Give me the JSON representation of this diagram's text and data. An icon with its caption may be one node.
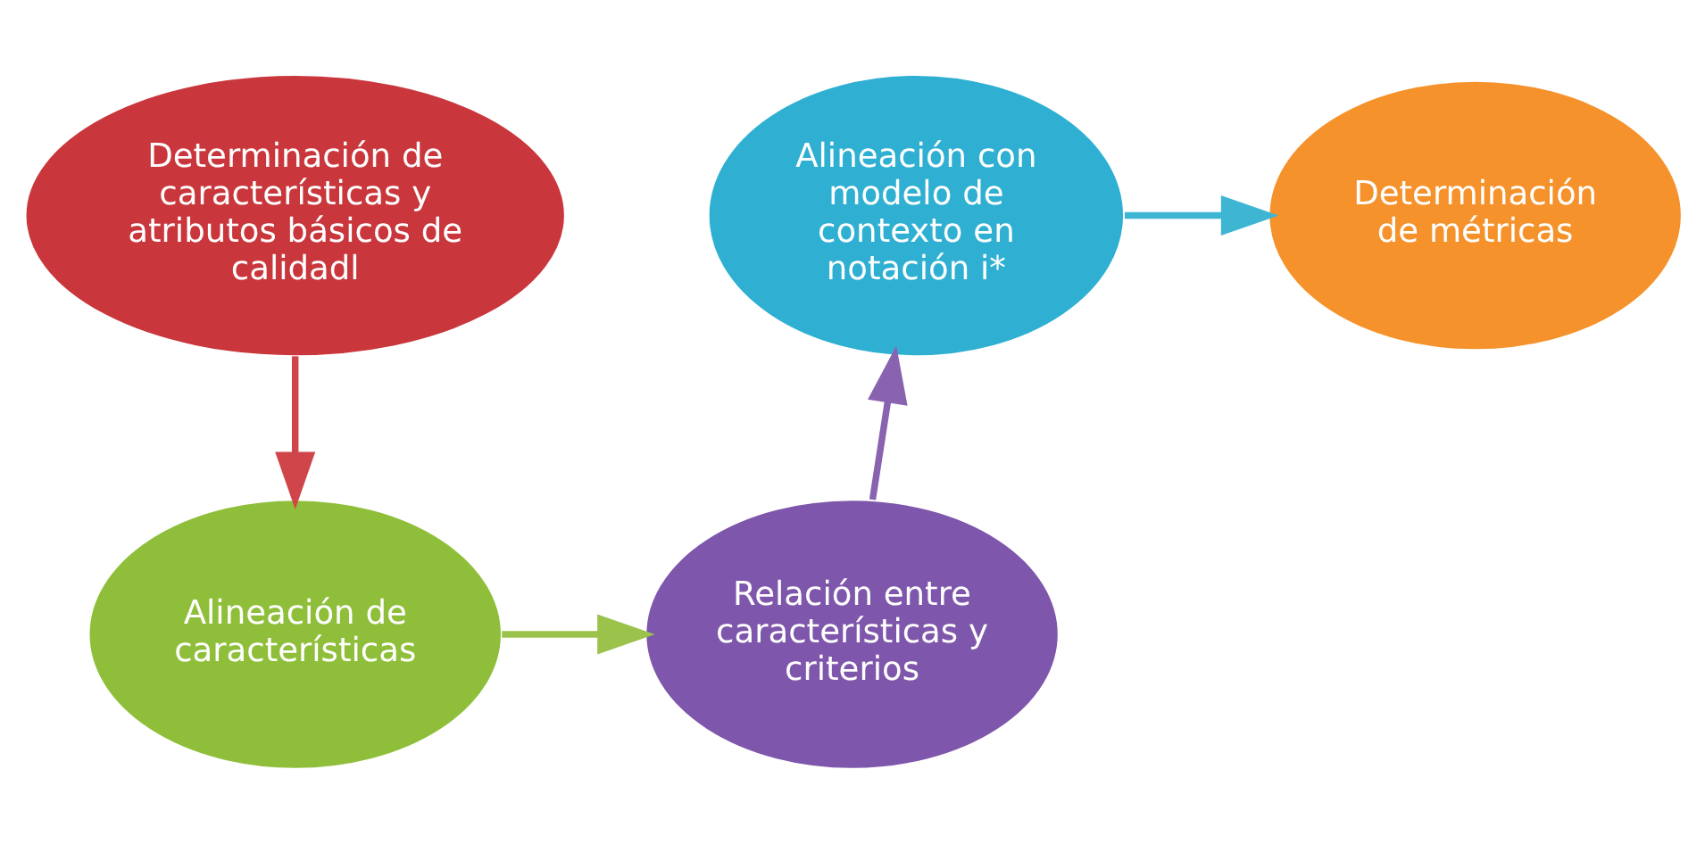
{
  "diagram": {
    "nodes": [
      {
        "text": [
          "Determinación de características y atributos básicos de calidadl"
        ]
      },
      {
        "text": [
          "Alineación de características"
        ]
      },
      {
        "text": [
          "Relación entre características y criterios"
        ]
      },
      {
        "text": [
          "Alineación con modelo de contexto en notación i*"
        ]
      },
      {
        "text": [
          "Determinación de métricas"
        ]
      }
    ],
    "edges": [
      {
        "from": 0,
        "to": 1,
        "arrow": "to",
        "color": "#d0454a"
      },
      {
        "from": 1,
        "to": 2,
        "arrow": "to",
        "color": "#9bc34b"
      },
      {
        "from": 2,
        "to": 3,
        "arrow": "to",
        "color": "#8a63b0"
      },
      {
        "from": 3,
        "to": 4,
        "arrow": "to",
        "color": "#3fb5d4"
      }
    ]
  }
}
